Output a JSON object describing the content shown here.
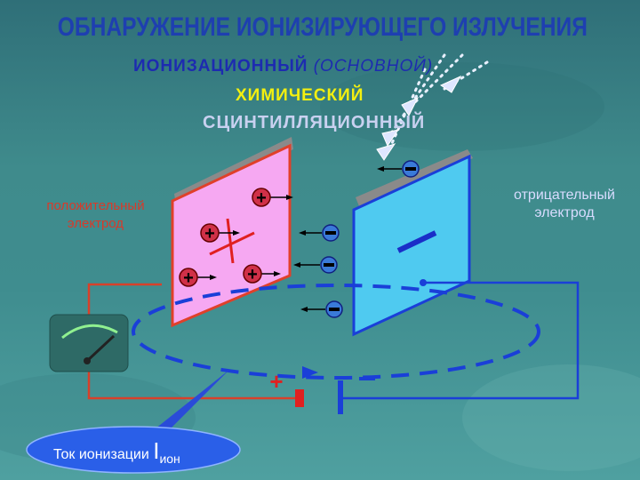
{
  "title": "ОБНАРУЖЕНИЕ ИОНИЗИРУЮЩЕГО ИЗЛУЧЕНИЯ",
  "methods": {
    "ionization": "ИОНИЗАЦИОННЫЙ",
    "ionization_note": "(ОСНОВНОЙ)",
    "chemical": "ХИМИЧЕСКИЙ",
    "scintillation": "СЦИНТИЛЛЯЦИОННЫЙ"
  },
  "labels": {
    "positive_electrode": "положительный электрод",
    "negative_electrode": "отрицательный электрод"
  },
  "current": {
    "text": "Ток ионизации",
    "symbol": "I",
    "subscript": "ион"
  },
  "colors": {
    "background": "#3f8b8c",
    "positive_plate": "#f4a6f0",
    "negative_plate": "#4fc8ec",
    "circuit_blue": "#1a3fd8",
    "circuit_red": "#d8402a",
    "meter": "#2f6b66"
  }
}
